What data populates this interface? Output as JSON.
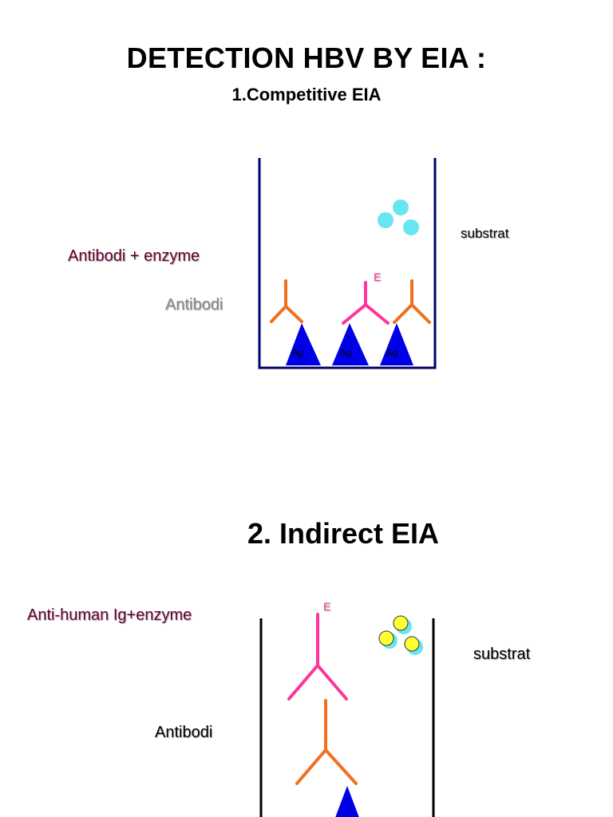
{
  "title": "DETECTION HBV  BY EIA :",
  "section1": {
    "subtitle": "1.Competitive EIA",
    "labels": {
      "antibody_enzyme": "Antibodi + enzyme",
      "antibody": "Antibodi",
      "substrate": "substrat",
      "enzyme_marker": "E",
      "antigen": "Ag"
    }
  },
  "section2": {
    "title": "2. Indirect EIA",
    "labels": {
      "anti_human": "Anti-human Ig+enzyme",
      "antibody": "Antibodi",
      "substrate": "substrat",
      "enzyme_marker": "E"
    }
  },
  "colors": {
    "well1_stroke": "#000066",
    "well2_stroke": "#000000",
    "antigen_fill": "#0000e6",
    "orange_antibody": "#f07020",
    "pink_antibody": "#ff3399",
    "substrate_cyan": "#66e6f0",
    "substrate_yellow": "#ffff33",
    "label_dark_red": "#660033",
    "label_gray": "#888888"
  }
}
